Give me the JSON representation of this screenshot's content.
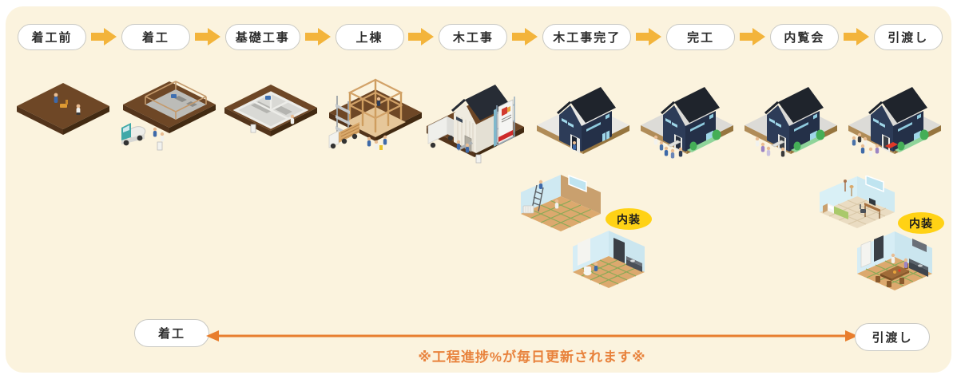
{
  "colors": {
    "panel_bg": "#FBF3DE",
    "flow_arrow_yellow": "#F3B43B",
    "timeline_arrow_orange": "#E87E2E",
    "badge_yellow": "#FFD215",
    "note_orange": "#E8823C"
  },
  "process_flow": {
    "stages": [
      {
        "label": "着工前",
        "illustration": "vacant-lot-survey"
      },
      {
        "label": "着工",
        "illustration": "site-preparation-mixer-truck"
      },
      {
        "label": "基礎工事",
        "illustration": "concrete-foundation"
      },
      {
        "label": "上棟",
        "illustration": "timber-frame-scaffolding"
      },
      {
        "label": "木工事",
        "illustration": "carpentry-house-with-banner"
      },
      {
        "label": "木工事完了",
        "illustration": "exterior-complete-house"
      },
      {
        "label": "完工",
        "illustration": "finished-house-with-workers"
      },
      {
        "label": "内覧会",
        "illustration": "open-house-visitors"
      },
      {
        "label": "引渡し",
        "illustration": "handover-family"
      }
    ]
  },
  "interior_groups": [
    {
      "badge_label": "内装",
      "rooms": [
        "interior-finishing-room",
        "bathroom-finishing"
      ]
    },
    {
      "badge_label": "内装",
      "rooms": [
        "furnished-bedroom",
        "furnished-dining-kitchen"
      ]
    }
  ],
  "timeline": {
    "start_label": "着工",
    "end_label": "引渡し",
    "note": "※工程進捗%が毎日更新されます※"
  }
}
